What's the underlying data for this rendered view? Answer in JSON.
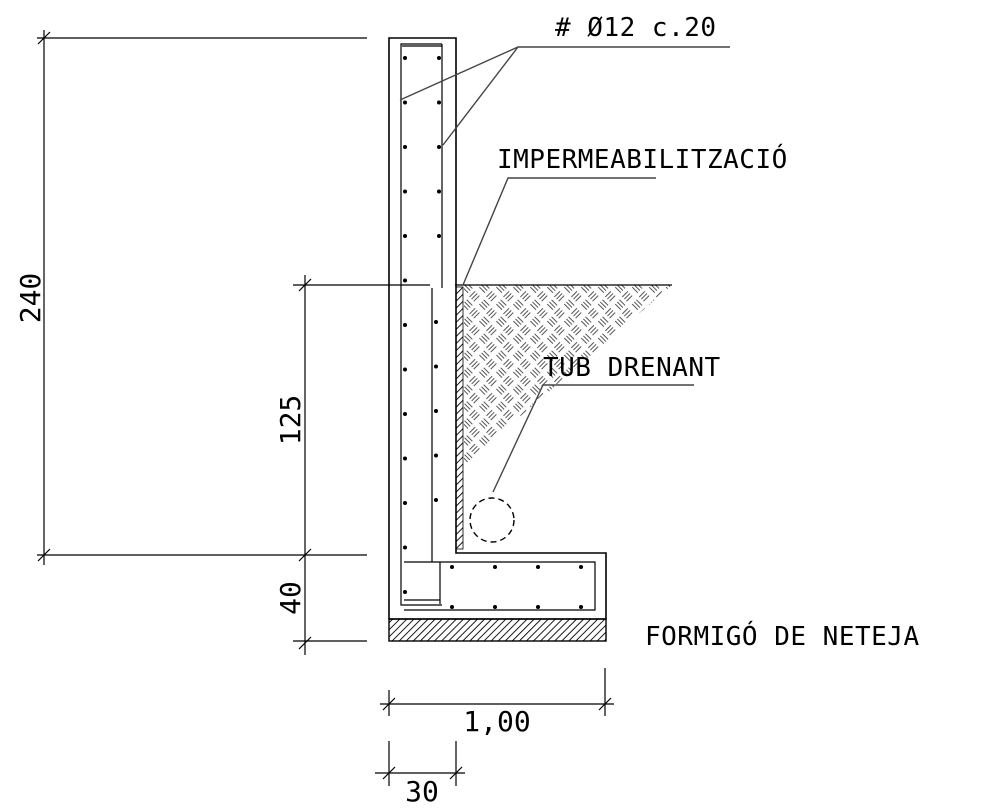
{
  "annotations": {
    "rebar": "# Ø12 c.20",
    "waterproofing": "IMPERMEABILITZACIÓ",
    "drain_pipe": "TUB DRENANT",
    "lean_concrete": "FORMIGÓ DE NETEJA"
  },
  "dimensions": {
    "total_height": "240",
    "backfill_height": "125",
    "footing_thickness": "40",
    "footing_width": "1,00",
    "wall_thickness": "30"
  }
}
